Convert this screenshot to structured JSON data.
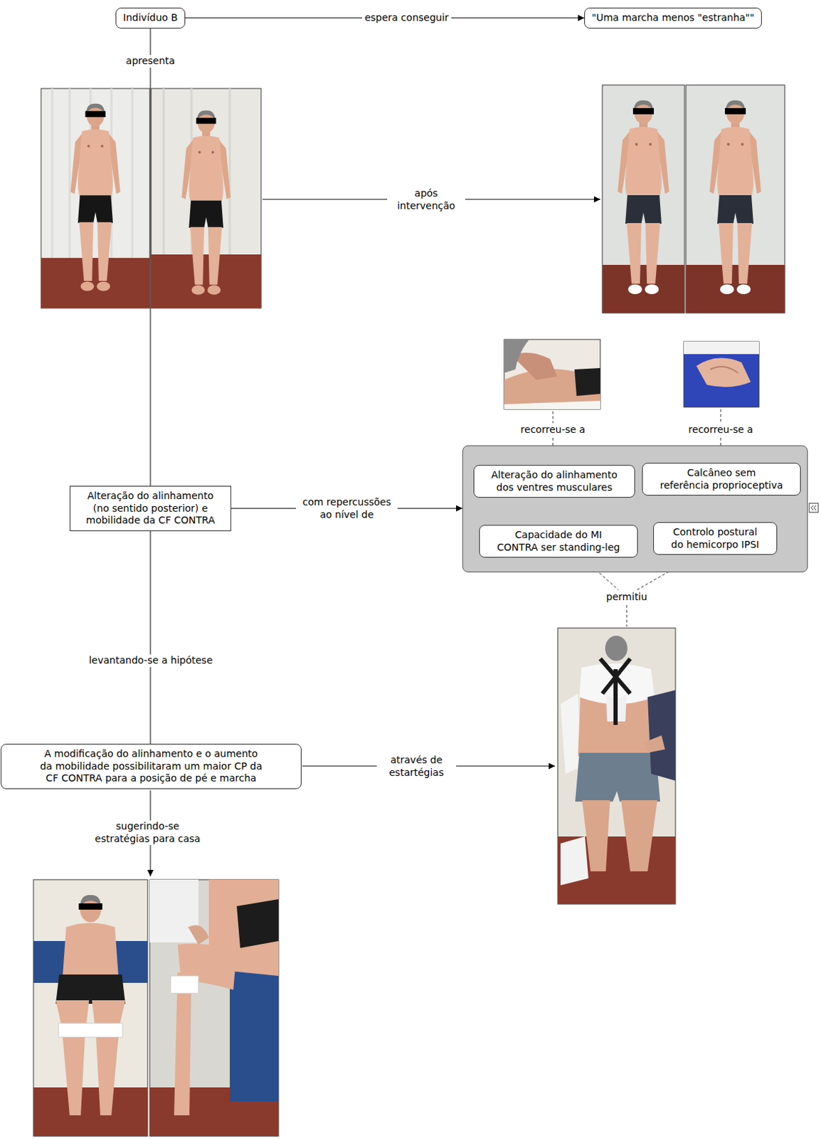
{
  "diagram": {
    "nodes": [
      {
        "text": [
          "Indivíduo B"
        ]
      },
      {
        "text": [
          "\"Uma marcha menos \"estranha\"\""
        ]
      },
      {
        "text": [
          "Alteração do alinhamento (no sentido posterior) e mobilidade da CF CONTRA"
        ]
      },
      {
        "text": []
      },
      {
        "text": [
          "Alteração do alinhamento dos ventres musculares"
        ],
        "in": 3
      },
      {
        "text": [
          "Calcâneo sem referência proprioceptiva"
        ],
        "in": 3
      },
      {
        "text": [
          "Capacidade do MI CONTRA ser standing-leg"
        ],
        "in": 3
      },
      {
        "text": [
          "Controlo postural do hemicorpo IPSI"
        ],
        "in": 3
      },
      {
        "text": [
          "A modificação do alinhamento e o aumento da mobilidade possibilitaram um maior CP da CF CONTRA para a posição de pé e marcha"
        ]
      }
    ],
    "edges": [
      {
        "from": 0,
        "to": 1,
        "label": "espera conseguir",
        "arrow": "to"
      },
      {
        "from": 0,
        "to": 2,
        "label": "apresenta",
        "arrow": "none"
      },
      {
        "from": 2,
        "to": 3,
        "label": "com repercussões ao nível de",
        "arrow": "to"
      },
      {
        "from": 2,
        "to": 8,
        "label": "levantando-se a hipótese",
        "arrow": "none"
      }
    ],
    "labels": [
      "após intervenção",
      "recorreu-se a",
      "recorreu-se a",
      "permitiu",
      "através de estartégias",
      "sugerindo-se estratégias para casa"
    ]
  }
}
